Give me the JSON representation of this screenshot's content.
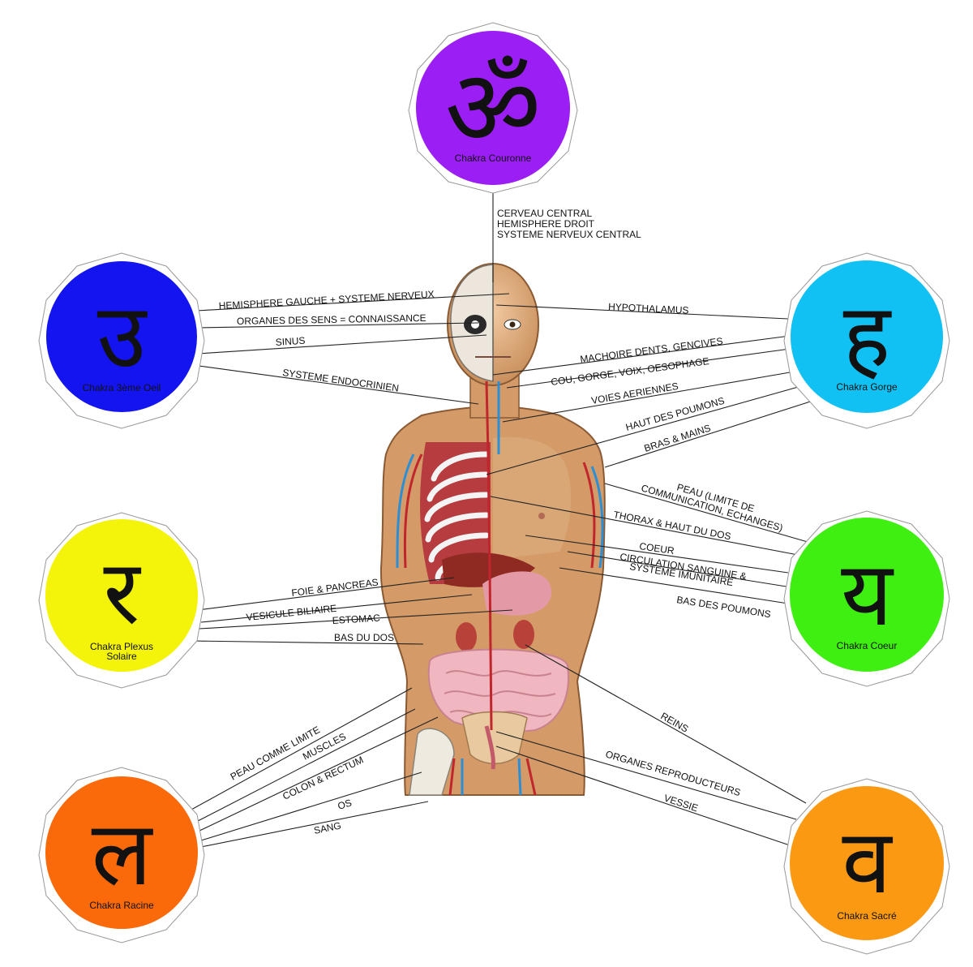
{
  "chakras": {
    "crown": {
      "name": "Chakra Couronne",
      "color": "#9b1ef5",
      "glyph": "ॐ"
    },
    "third_eye": {
      "name": "Chakra 3ème Oeil",
      "color": "#1414f0",
      "glyph": "उ"
    },
    "throat": {
      "name": "Chakra Gorge",
      "color": "#12c1f3",
      "glyph": "ह"
    },
    "solar": {
      "name_line1": "Chakra Plexus",
      "name_line2": "Solaire",
      "color": "#f4f40a",
      "glyph": "र"
    },
    "heart": {
      "name": "Chakra Coeur",
      "color": "#40ef12",
      "glyph": "य"
    },
    "root": {
      "name": "Chakra Racine",
      "color": "#fb6a0a",
      "glyph": "ल"
    },
    "sacral": {
      "name": "Chakra Sacré",
      "color": "#fb9a12",
      "glyph": "व"
    }
  },
  "labels": {
    "crown_1": "CERVEAU CENTRAL",
    "crown_2": "HEMISPHERE DROIT",
    "crown_3": "SYSTEME NERVEUX CENTRAL",
    "hemisphere_gauche": "HEMISPHERE GAUCHE + SYSTEME NERVEUX",
    "organes_sens": "ORGANES DES SENS = CONNAISSANCE",
    "sinus": "SINUS",
    "endocrinien": "SYSTEME ENDOCRINIEN",
    "hypothalamus": "HYPOTHALAMUS",
    "machoire": "MACHOIRE DENTS, GENCIVES",
    "cou": "COU, GORGE, VOIX, OESOPHAGE",
    "voies": "VOIES AERIENNES",
    "haut_poumons": "HAUT DES POUMONS",
    "bras": "BRAS & MAINS",
    "peau_1": "PEAU (LIMITE DE",
    "peau_2": "COMMUNICATION, ECHANGES)",
    "thorax": "THORAX & HAUT DU DOS",
    "coeur": "COEUR",
    "circulation_1": "CIRCULATION SANGUINE &",
    "circulation_2": "SYSTEME IMUNITAIRE",
    "bas_poumons": "BAS DES POUMONS",
    "foie": "FOIE & PANCREAS",
    "vesicule": "VESICULE BILIAIRE",
    "estomac": "ESTOMAC",
    "bas_dos": "BAS DU DOS",
    "reins": "REINS",
    "organes_repro": "ORGANES REPRODUCTEURS",
    "vessie": "VESSIE",
    "peau_limite": "PEAU COMME LIMITE",
    "muscles": "MUSCLES",
    "colon": "COLON & RECTUM",
    "os": "OS",
    "sang": "SANG"
  }
}
